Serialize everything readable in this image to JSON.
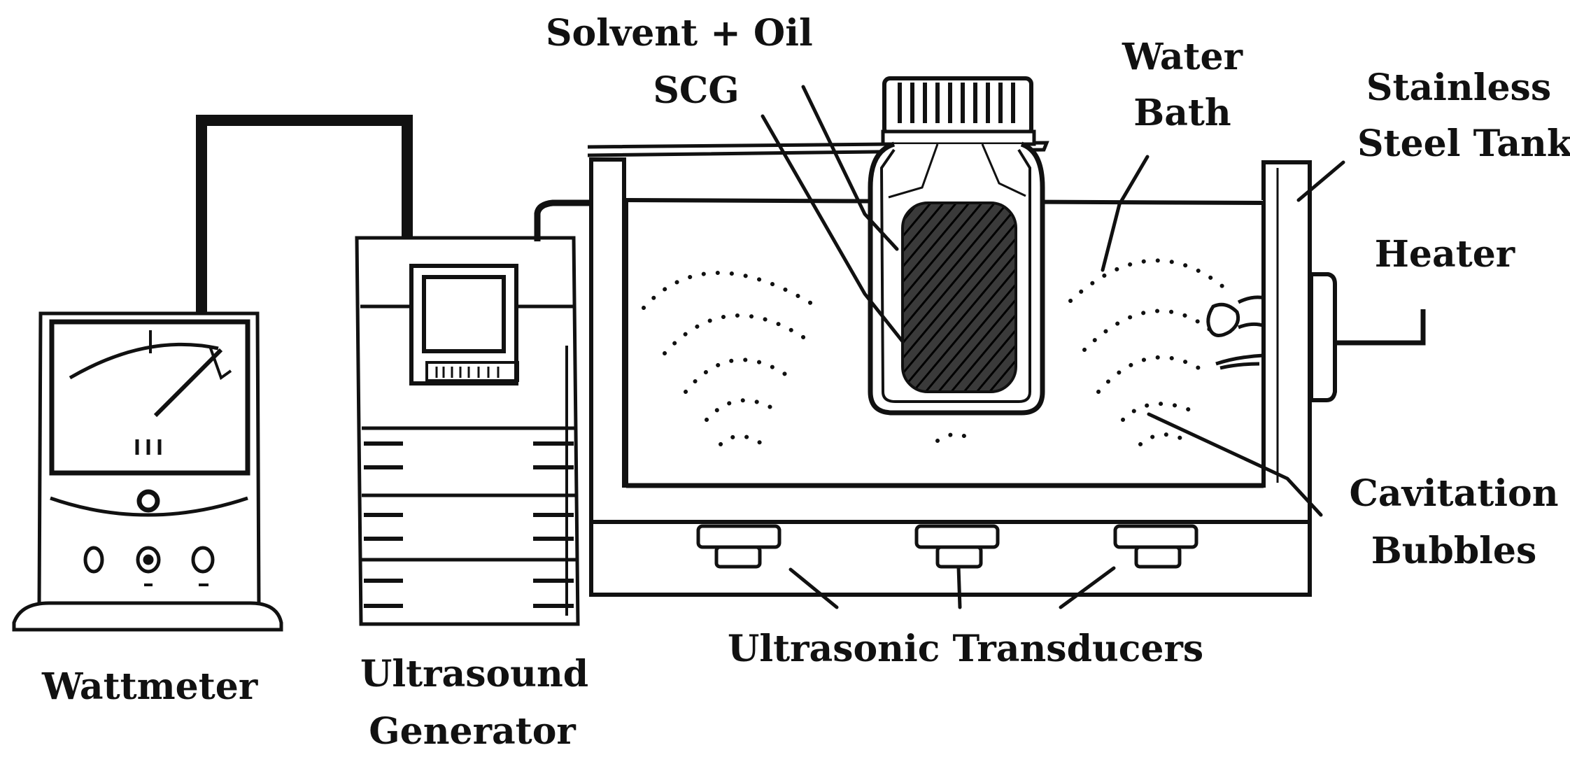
{
  "labels": {
    "solvent_oil": "Solvent + Oil",
    "scg": "SCG",
    "water": "Water",
    "bath": "Bath",
    "stainless": "Stainless",
    "steel_tank": "Steel Tank",
    "heater": "Heater",
    "cavitation": "Cavitation",
    "bubbles": "Bubbles",
    "ultrasonic_transducers": "Ultrasonic Transducers",
    "wattmeter": "Wattmeter",
    "ultrasound": "Ultrasound",
    "generator": "Generator"
  },
  "colors": {
    "ink": "#111111",
    "background": "#ffffff",
    "sample_fill": "#3a3a3a"
  }
}
